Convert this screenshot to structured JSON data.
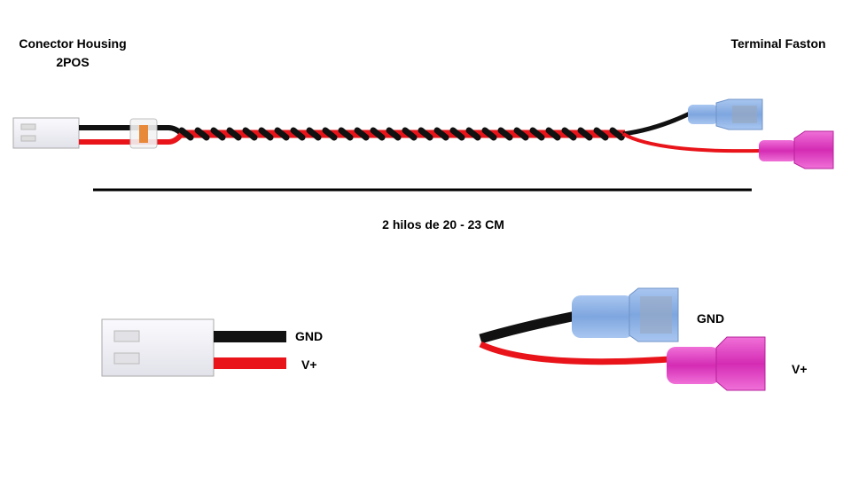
{
  "labels": {
    "connector_title_line1": "Conector Housing",
    "connector_title_line2": "2POS",
    "terminal_title": "Terminal Faston",
    "length_note": "2 hilos de 20 - 23 CM",
    "housing_gnd": "GND",
    "housing_vplus": "V+",
    "faston_gnd": "GND",
    "faston_vplus": "V+"
  },
  "colors": {
    "wire_black": "#111111",
    "wire_red": "#e8141a",
    "terminal_blue": "#8fb4e6",
    "terminal_pink": "#e23fc4",
    "housing": "#f1f1f6"
  }
}
